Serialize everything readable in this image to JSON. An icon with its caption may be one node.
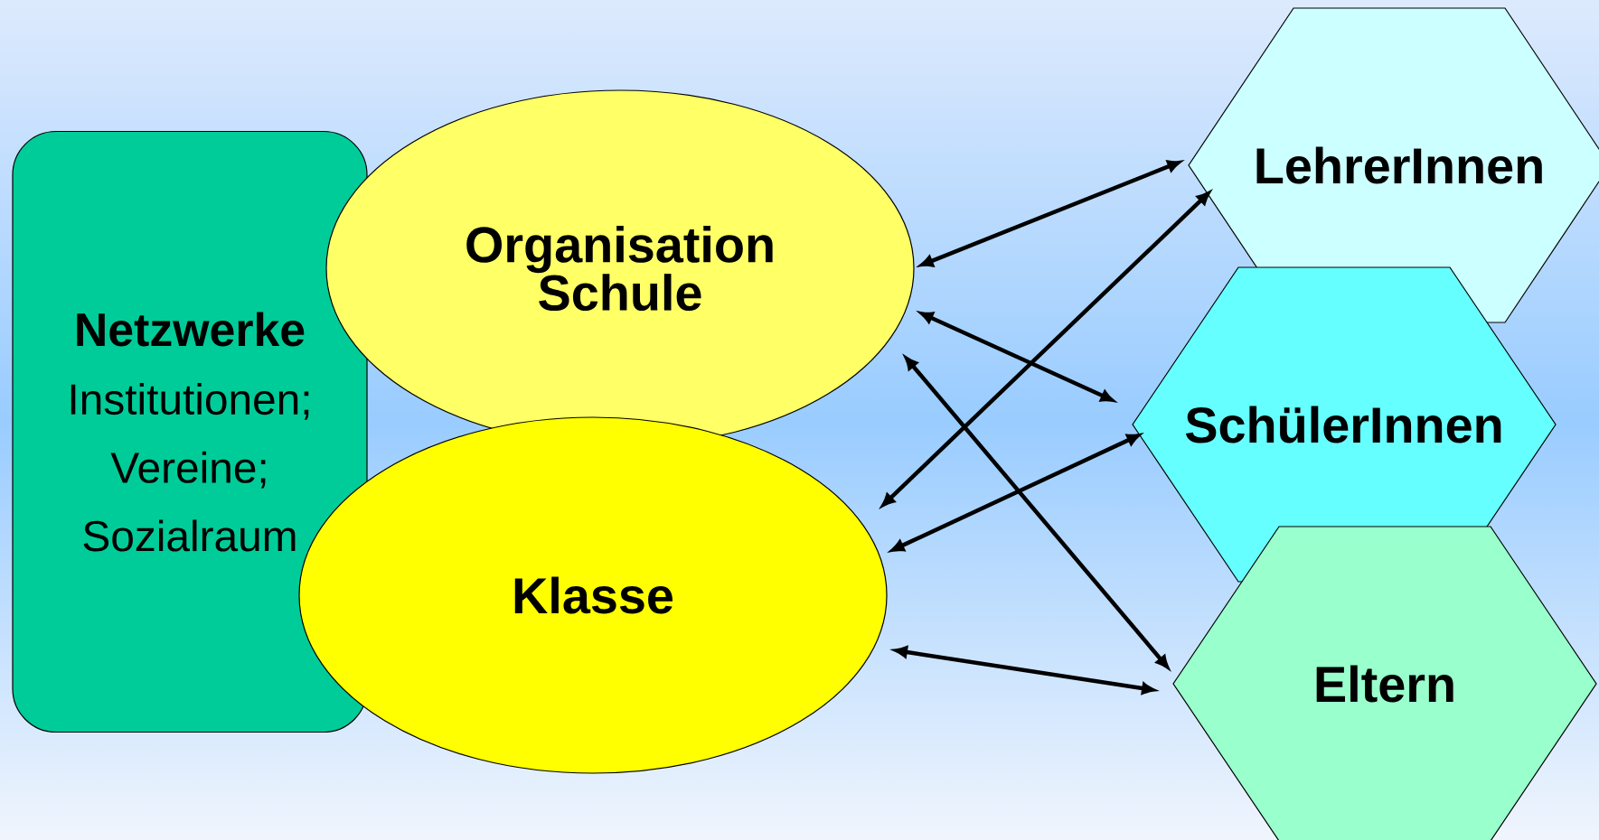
{
  "diagram": {
    "nodes": [
      {
        "text": [
          "Netzwerke",
          "Institutionen; Vereine; Sozialraum"
        ]
      },
      {
        "text": [
          "Organisation Schule"
        ]
      },
      {
        "text": [
          "Klasse"
        ]
      },
      {
        "text": [
          "LehrerInnen"
        ]
      },
      {
        "text": [
          "SchülerInnen"
        ]
      },
      {
        "text": [
          "Eltern"
        ]
      }
    ],
    "edges": [
      {
        "from": 1,
        "to": 3,
        "arrow": "both"
      },
      {
        "from": 1,
        "to": 4,
        "arrow": "both"
      },
      {
        "from": 1,
        "to": 5,
        "arrow": "both"
      },
      {
        "from": 2,
        "to": 3,
        "arrow": "both"
      },
      {
        "from": 2,
        "to": 4,
        "arrow": "both"
      },
      {
        "from": 2,
        "to": 5,
        "arrow": "both"
      }
    ]
  }
}
